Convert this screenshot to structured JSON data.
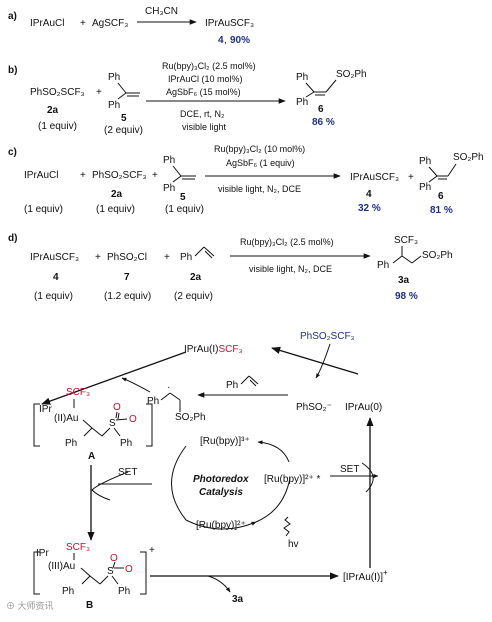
{
  "panels": {
    "a": {
      "label": "a)",
      "reactant1": "IPrAuCl",
      "plus": "+",
      "reactant2": "AgSCF₃",
      "condition": "CH₃CN",
      "product": "IPrAuSCF₃",
      "yield_num": "4",
      "yield_pct": "90%"
    },
    "b": {
      "label": "b)",
      "reactant1": "PhSO₂SCF₃",
      "reactant1_id": "2a",
      "reactant1_equiv": "(1 equiv)",
      "plus": "+",
      "alkene_ph1": "Ph",
      "alkene_ph2": "Ph",
      "alkene_id": "5",
      "alkene_equiv": "(2 equiv)",
      "cond_top": [
        "Ru(bpy)₃Cl₂ (2.5 mol%)",
        "IPrAuCl (10 mol%)",
        "AgSbF₆ (15 mol%)"
      ],
      "cond_bottom": [
        "DCE, rt, N₂",
        "visible light"
      ],
      "prod_ph1": "Ph",
      "prod_ph2": "Ph",
      "prod_so2": "SO₂Ph",
      "prod_id": "6",
      "prod_yield": "86 %"
    },
    "c": {
      "label": "c)",
      "reactant1": "IPrAuCl",
      "reactant1_equiv": "(1 equiv)",
      "plus1": "+",
      "reactant2": "PhSO₂SCF₃",
      "reactant2_id": "2a",
      "reactant2_equiv": "(1 equiv)",
      "plus2": "+",
      "alkene_ph1": "Ph",
      "alkene_ph2": "Ph",
      "alkene_id": "5",
      "alkene_equiv": "(1 equiv)",
      "cond_top": [
        "Ru(bpy)₃Cl₂ (10 mol%)",
        "AgSbF₆ (1 equiv)"
      ],
      "cond_bottom": "visible light, N₂, DCE",
      "product1": "IPrAuSCF₃",
      "product1_id": "4",
      "product1_yield": "32 %",
      "plus3": "+",
      "prod_ph1": "Ph",
      "prod_ph2": "Ph",
      "prod_so2": "SO₂Ph",
      "product2_id": "6",
      "product2_yield": "81 %"
    },
    "d": {
      "label": "d)",
      "reactant1": "IPrAuSCF₃",
      "reactant1_id": "4",
      "reactant1_equiv": "(1 equiv)",
      "plus1": "+",
      "reactant2": "PhSO₂Cl",
      "reactant2_id": "7",
      "reactant2_equiv": "(1.2 equiv)",
      "plus2": "+",
      "alkene_ph": "Ph",
      "alkene_id": "2a",
      "alkene_equiv": "(2 equiv)",
      "cond_top": "Ru(bpy)₃Cl₂ (2.5 mol%)",
      "cond_bottom": "visible light, N₂, DCE",
      "prod_scf3": "SCF₃",
      "prod_ph": "Ph",
      "prod_so2": "SO₂Ph",
      "prod_id": "3a",
      "prod_yield": "98 %"
    }
  },
  "cycle": {
    "top_complex_prefix": "IPrAu(I)",
    "top_complex_scf3": "SCF₃",
    "reagent": "PhSO₂SCF₃",
    "sulfinate": "PhSO₂",
    "sulfinate_charge": "⁻",
    "au0": "IPrAu(0)",
    "styrene_ph": "Ph",
    "radical_ph": "Ph",
    "radical_so2": "SO₂Ph",
    "radical_dot": "·",
    "A": {
      "ipr": "IPr",
      "scf3": "SCF₃",
      "ox": "(II)Au",
      "ph1": "Ph",
      "s": "S",
      "o1": "O",
      "o2": "O",
      "ph2": "Ph",
      "label": "A"
    },
    "B": {
      "ipr": "IPr",
      "scf3": "SCF₃",
      "ox": "(III)Au",
      "ph1": "Ph",
      "s": "S",
      "o1": "O",
      "o2": "O",
      "ph2": "Ph",
      "label": "B",
      "charge": "+"
    },
    "set_left": "SET",
    "set_right": "SET",
    "photoredox_line1": "Photoredox",
    "photoredox_line2": "Catalysis",
    "ru3": "[Ru(bpy)]³⁺",
    "ru2star": "[Ru(bpy)]²⁺ *",
    "ru2": "[Ru(bpy)]²⁺",
    "hv": "hv",
    "au1": "[IPrAu(I)]",
    "au1_charge": "+",
    "product": "3a"
  },
  "watermark": "⊕ 大师资讯"
}
